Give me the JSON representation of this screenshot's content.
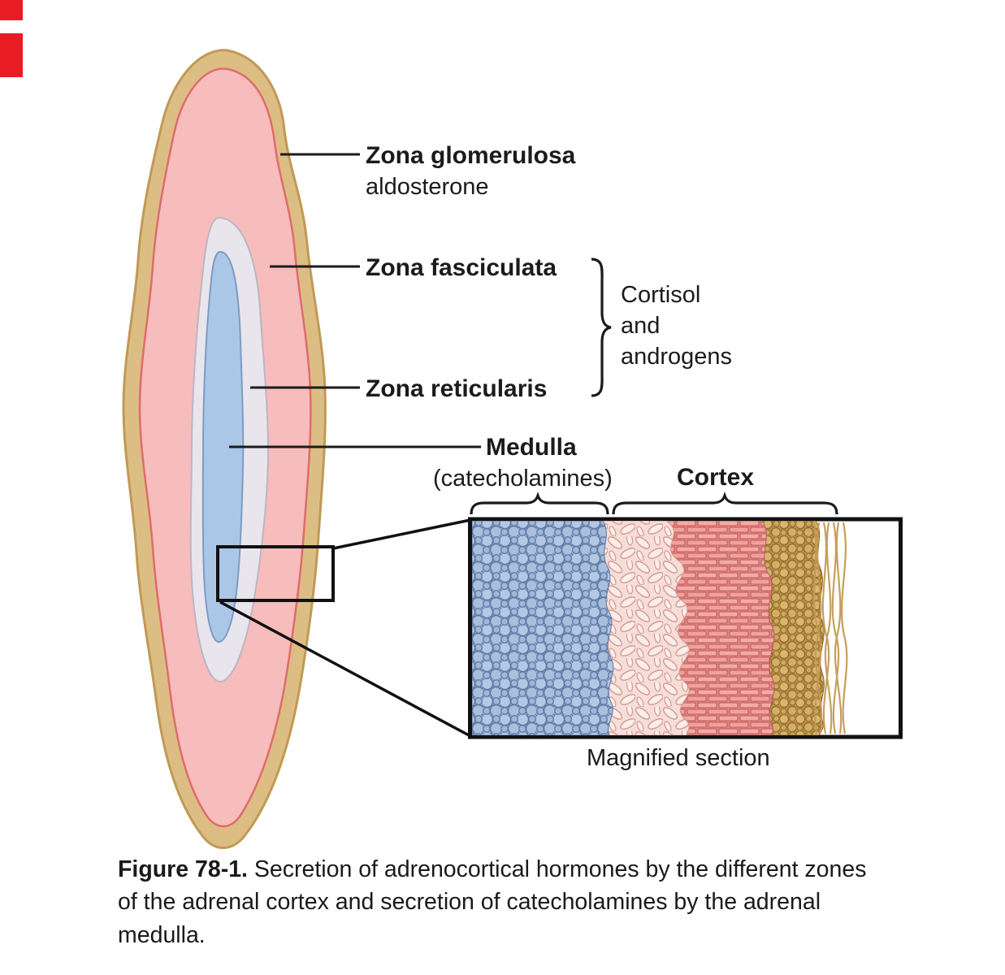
{
  "figure": {
    "labels": {
      "zona_glomerulosa": "Zona glomerulosa",
      "aldosterone": "aldosterone",
      "zona_fasciculata": "Zona fasciculata",
      "zona_reticularis": "Zona reticularis",
      "cortisol_lines": [
        "Cortisol",
        "and",
        "androgens"
      ],
      "medulla": "Medulla",
      "catecholamines": "(catecholamines)",
      "cortex": "Cortex",
      "magnified_section": "Magnified section"
    },
    "colors": {
      "capsule_tan": "#dcbe85",
      "glomerulosa_pink": "#f7bcbc",
      "reticularis_gray": "#e9e5ec",
      "medulla_blue": "#abc7e8",
      "edge_mark_red": "#ea1c23"
    },
    "caption": {
      "figure_label": "Figure 78-1.",
      "text": "Secretion of adrenocortical hormones by the different zones of the adrenal cortex and secretion of catecholamines by the adrenal medulla."
    }
  }
}
